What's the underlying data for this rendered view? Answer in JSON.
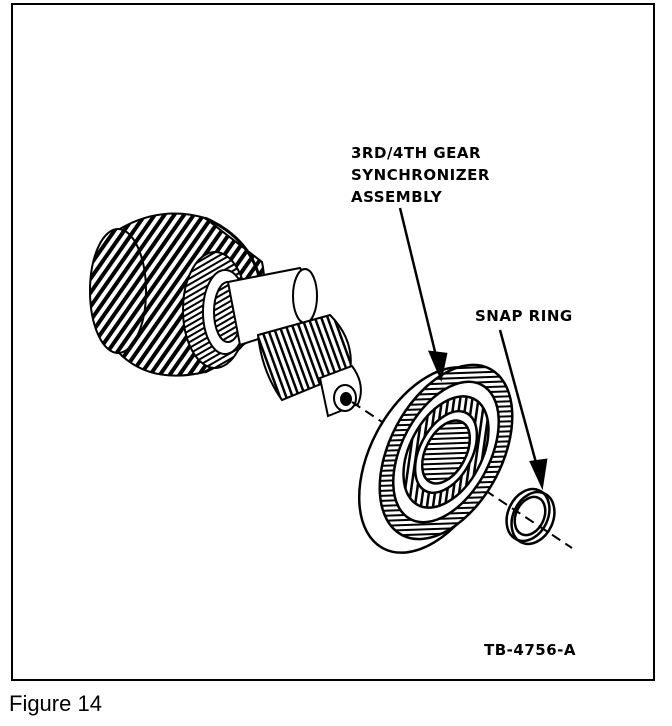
{
  "labels": {
    "synchronizer": [
      "3RD/4TH GEAR",
      "SYNCHRONIZER",
      "ASSEMBLY"
    ],
    "snap_ring": "SNAP RING",
    "part_code": "TB-4756-A"
  },
  "caption": "Figure 14"
}
